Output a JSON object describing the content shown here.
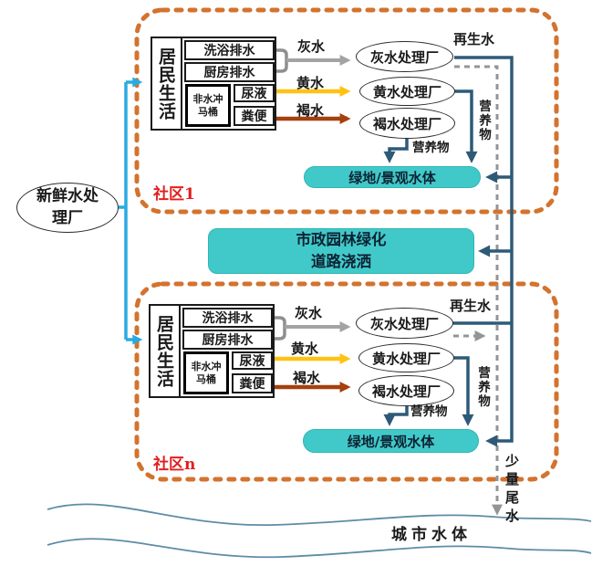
{
  "colors": {
    "teal_fill": "#41C9C9",
    "navy_line": "#2E5A78",
    "cyan_line": "#29ABE2",
    "grey_line": "#A3A3A3",
    "dashed_grey_line": "#949494",
    "yellow_line": "#FFC213",
    "brown_line": "#A6400D",
    "community_border_orange": "#D3732E",
    "community_tag_red": "#E31E1E",
    "river_blue": "#5E8CA7"
  },
  "fresh_water_plant": {
    "label": "新鲜水处理厂"
  },
  "municipal_box": {
    "line1": "市政园林绿化",
    "line2": "道路浇洒"
  },
  "tail_water_label": "少量尾水",
  "urban_water_label": "城市水体",
  "community1": {
    "tag": "社区1",
    "household": {
      "label": "居民生活",
      "bath": "洗浴排水",
      "kitchen": "厨房排水",
      "toilet": "非水冲马桶",
      "urine": "尿液",
      "feces": "粪便"
    },
    "streams": {
      "grey": "灰水",
      "yellow": "黄水",
      "brown": "褐水"
    },
    "plants": {
      "grey": "灰水处理厂",
      "yellow": "黄水处理厂",
      "brown": "褐水处理厂"
    },
    "reclaimed": "再生水",
    "nutrients_v": "营养物",
    "nutrients_h": "营养物",
    "green_space": "绿地/景观水体"
  },
  "community_n": {
    "tag": "社区n",
    "household": {
      "label": "居民生活",
      "bath": "洗浴排水",
      "kitchen": "厨房排水",
      "toilet": "非水冲马桶",
      "urine": "尿液",
      "feces": "粪便"
    },
    "streams": {
      "grey": "灰水",
      "yellow": "黄水",
      "brown": "褐水"
    },
    "plants": {
      "grey": "灰水处理厂",
      "yellow": "黄水处理厂",
      "brown": "褐水处理厂"
    },
    "reclaimed": "再生水",
    "nutrients_v": "营养物",
    "nutrients_h": "营养物",
    "green_space": "绿地/景观水体"
  }
}
